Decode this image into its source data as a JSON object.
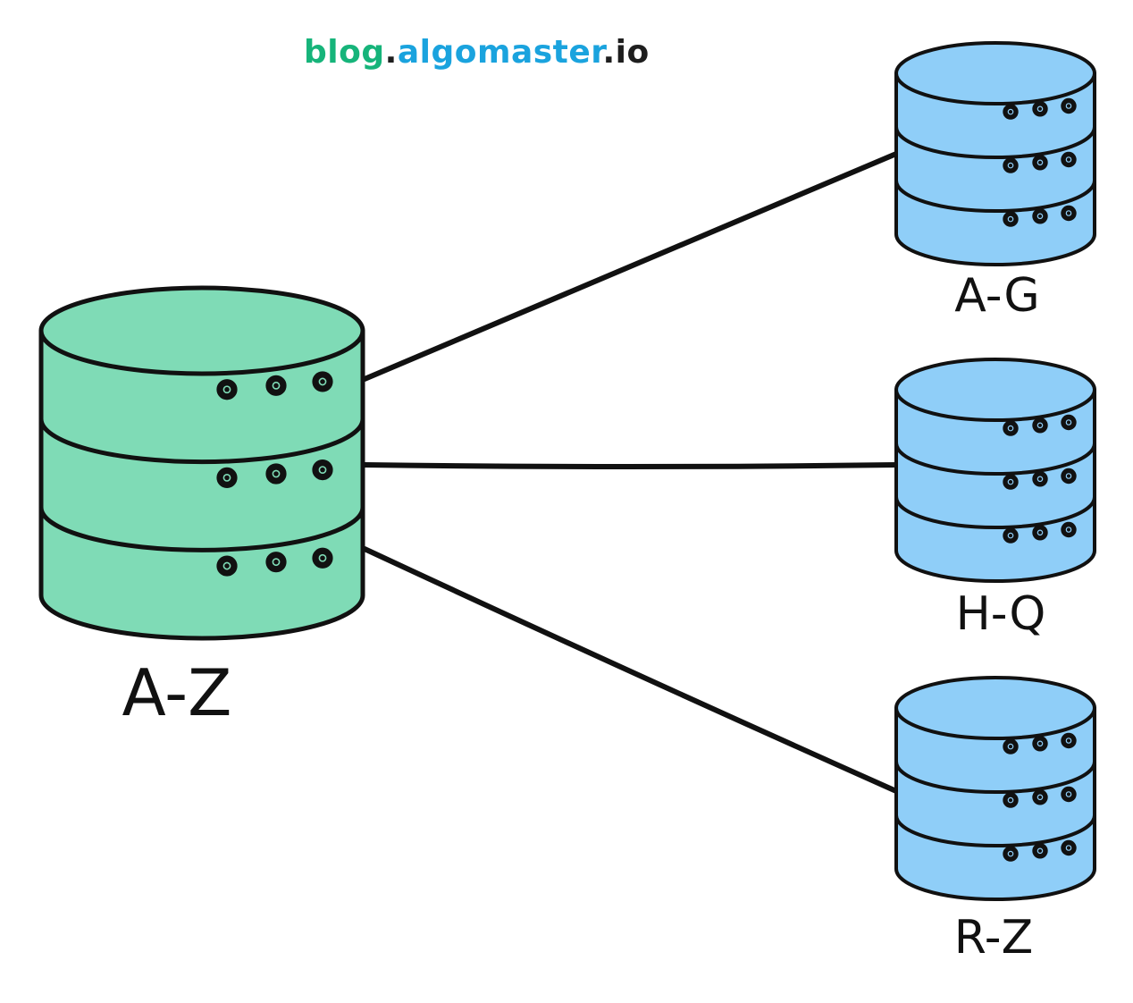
{
  "watermark": {
    "part1": "blog",
    "dot1": ".",
    "part2": "algomaster",
    "dot2": ".",
    "part3": "io",
    "colors": {
      "part1": "#16b47a",
      "part2": "#1aa3de",
      "dots": "#1e1e1e"
    }
  },
  "diagram": {
    "source": {
      "label": "A-Z",
      "fill": "#7fdbb6"
    },
    "shards": [
      {
        "label": "A-G",
        "fill": "#8fcef8"
      },
      {
        "label": "H-Q",
        "fill": "#8fcef8"
      },
      {
        "label": "R-Z",
        "fill": "#8fcef8"
      }
    ],
    "stroke": "#111111"
  }
}
